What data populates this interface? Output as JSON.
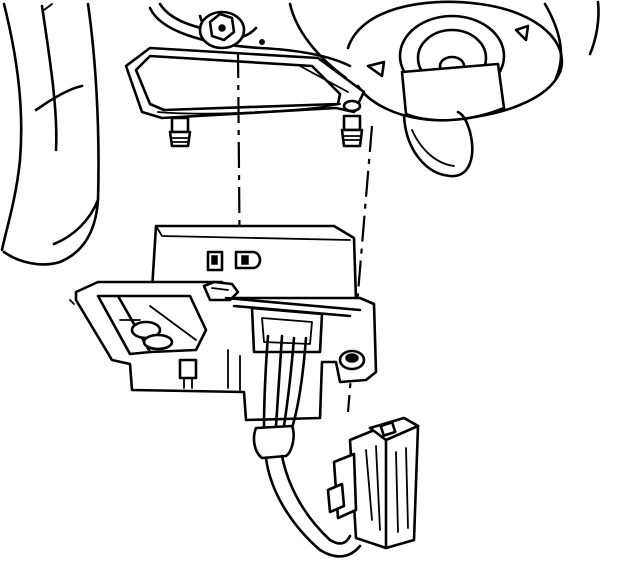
{
  "diagram": {
    "colors": {
      "ink": "#000000",
      "paper": "#ffffff"
    },
    "components": [
      "dash-panel-housing",
      "blower-motor",
      "mounting-plate",
      "mounting-studs",
      "resistor-bracket",
      "blower-motor-resistor",
      "wiring-harness",
      "harness-connector",
      "alignment-lines"
    ]
  }
}
